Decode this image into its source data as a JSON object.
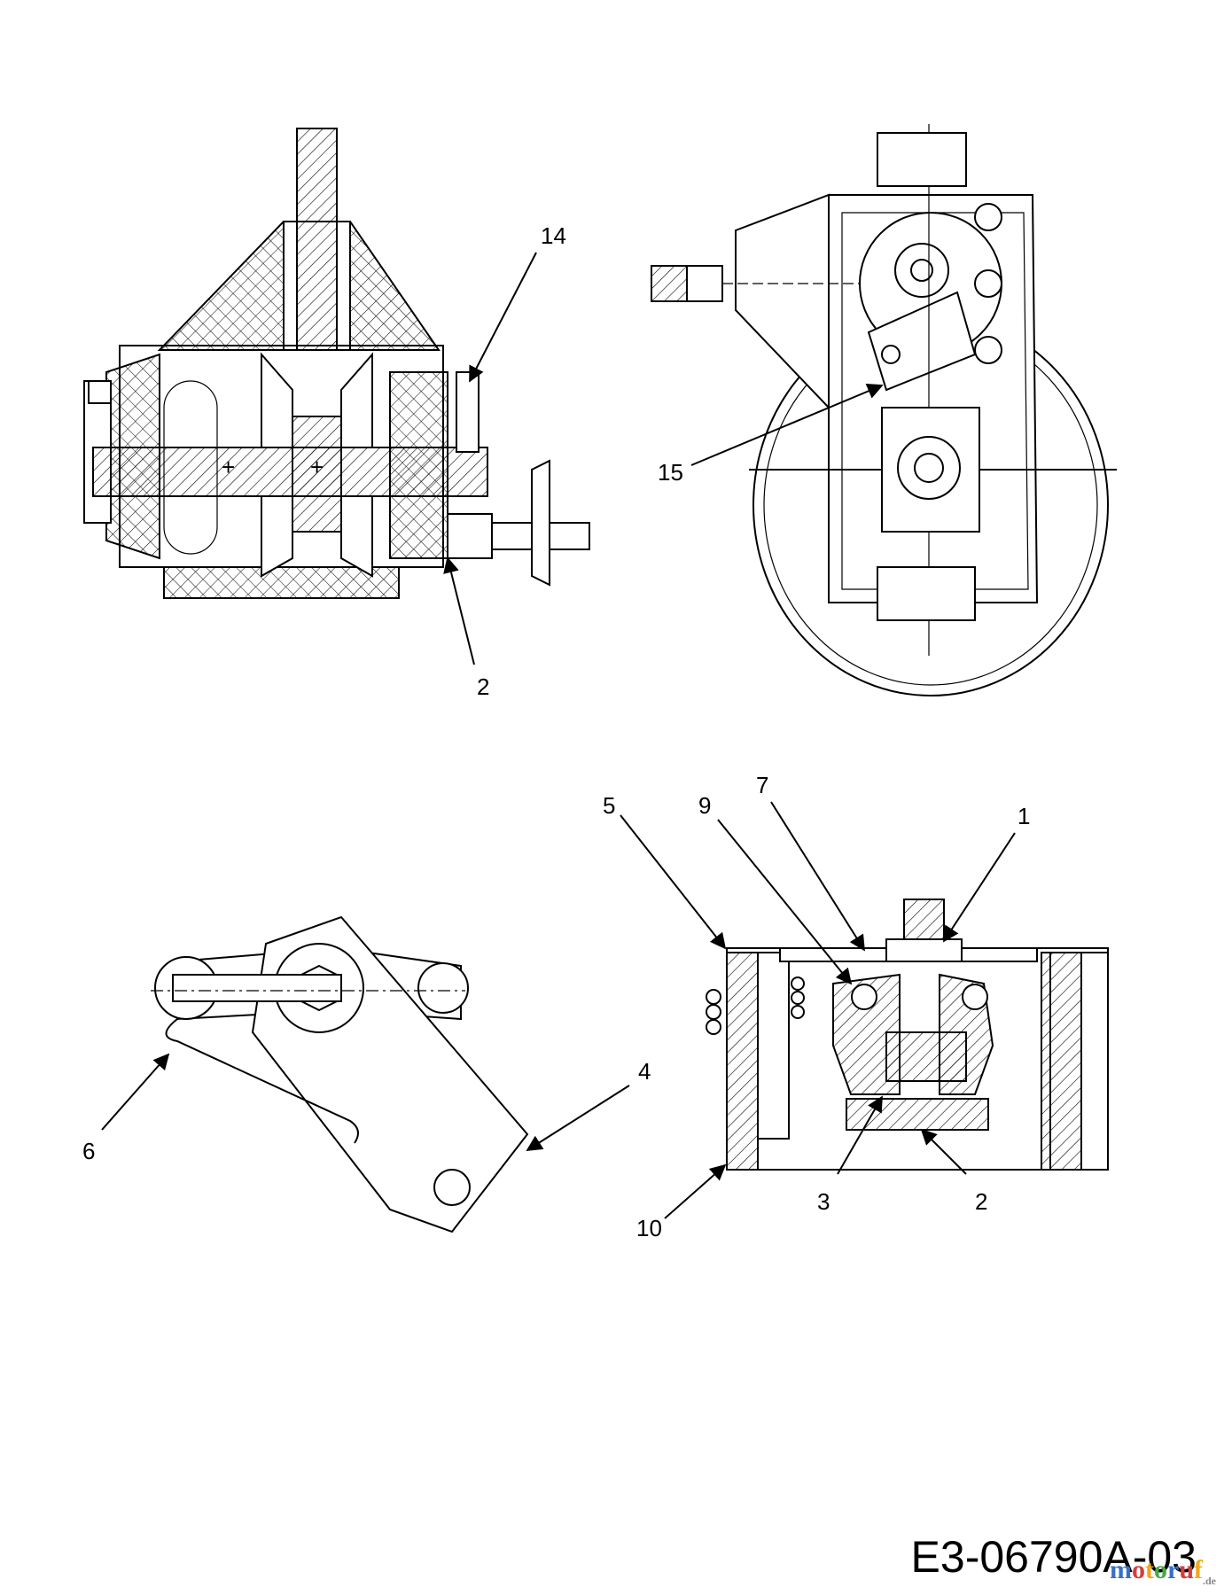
{
  "drawing_code": "E3-06790A-03",
  "watermark": {
    "text": "motoruf",
    "suffix": ".de",
    "colors": [
      "#3a6fc9",
      "#d83b3b",
      "#f2a81d",
      "#4aa84a"
    ]
  },
  "callouts": {
    "fig1": [
      "14",
      "2"
    ],
    "fig2": [
      "15"
    ],
    "fig3": [
      "6",
      "4"
    ],
    "fig4": [
      "5",
      "9",
      "7",
      "1",
      "3",
      "2",
      "10"
    ]
  }
}
